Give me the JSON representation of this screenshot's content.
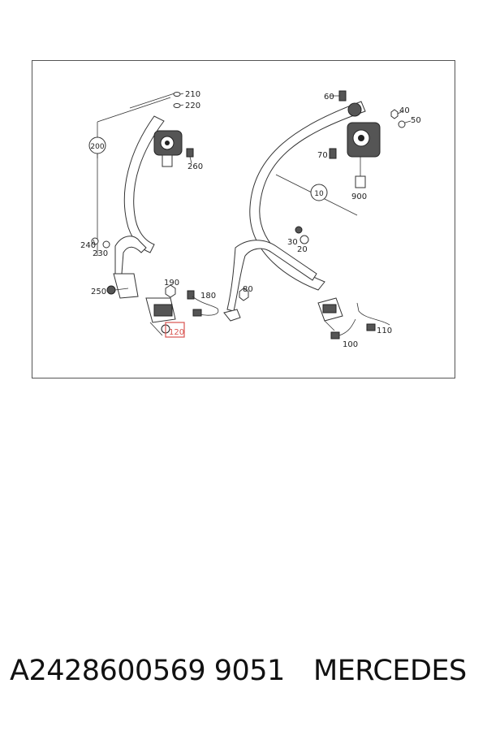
{
  "diagram": {
    "callouts": [
      "210",
      "220",
      "200",
      "260",
      "240",
      "230",
      "250",
      "190",
      "180",
      "120",
      "80",
      "60",
      "40",
      "50",
      "70",
      "900",
      "10",
      "30",
      "20",
      "100",
      "110"
    ],
    "highlighted_callout": "120",
    "highlight_color": "#d9534f"
  },
  "footer": {
    "part_number": "A2428600569 9051",
    "brand": "MERCEDES"
  }
}
